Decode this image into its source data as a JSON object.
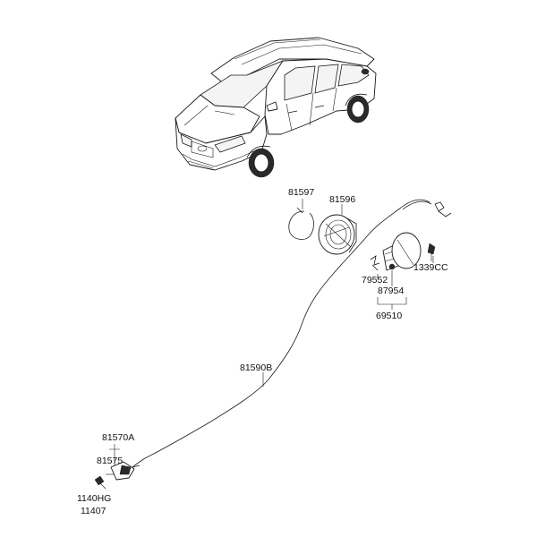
{
  "labels": {
    "p81597": "81597",
    "p81596": "81596",
    "p79552": "79552",
    "p87954": "87954",
    "p69510": "69510",
    "p1339CC": "1339CC",
    "p81590B": "81590B",
    "p81570A": "81570A",
    "p81575": "81575",
    "p1140HG": "1140HG",
    "p11407": "11407"
  },
  "colors": {
    "line": "#1a1a1a",
    "background": "#ffffff"
  }
}
